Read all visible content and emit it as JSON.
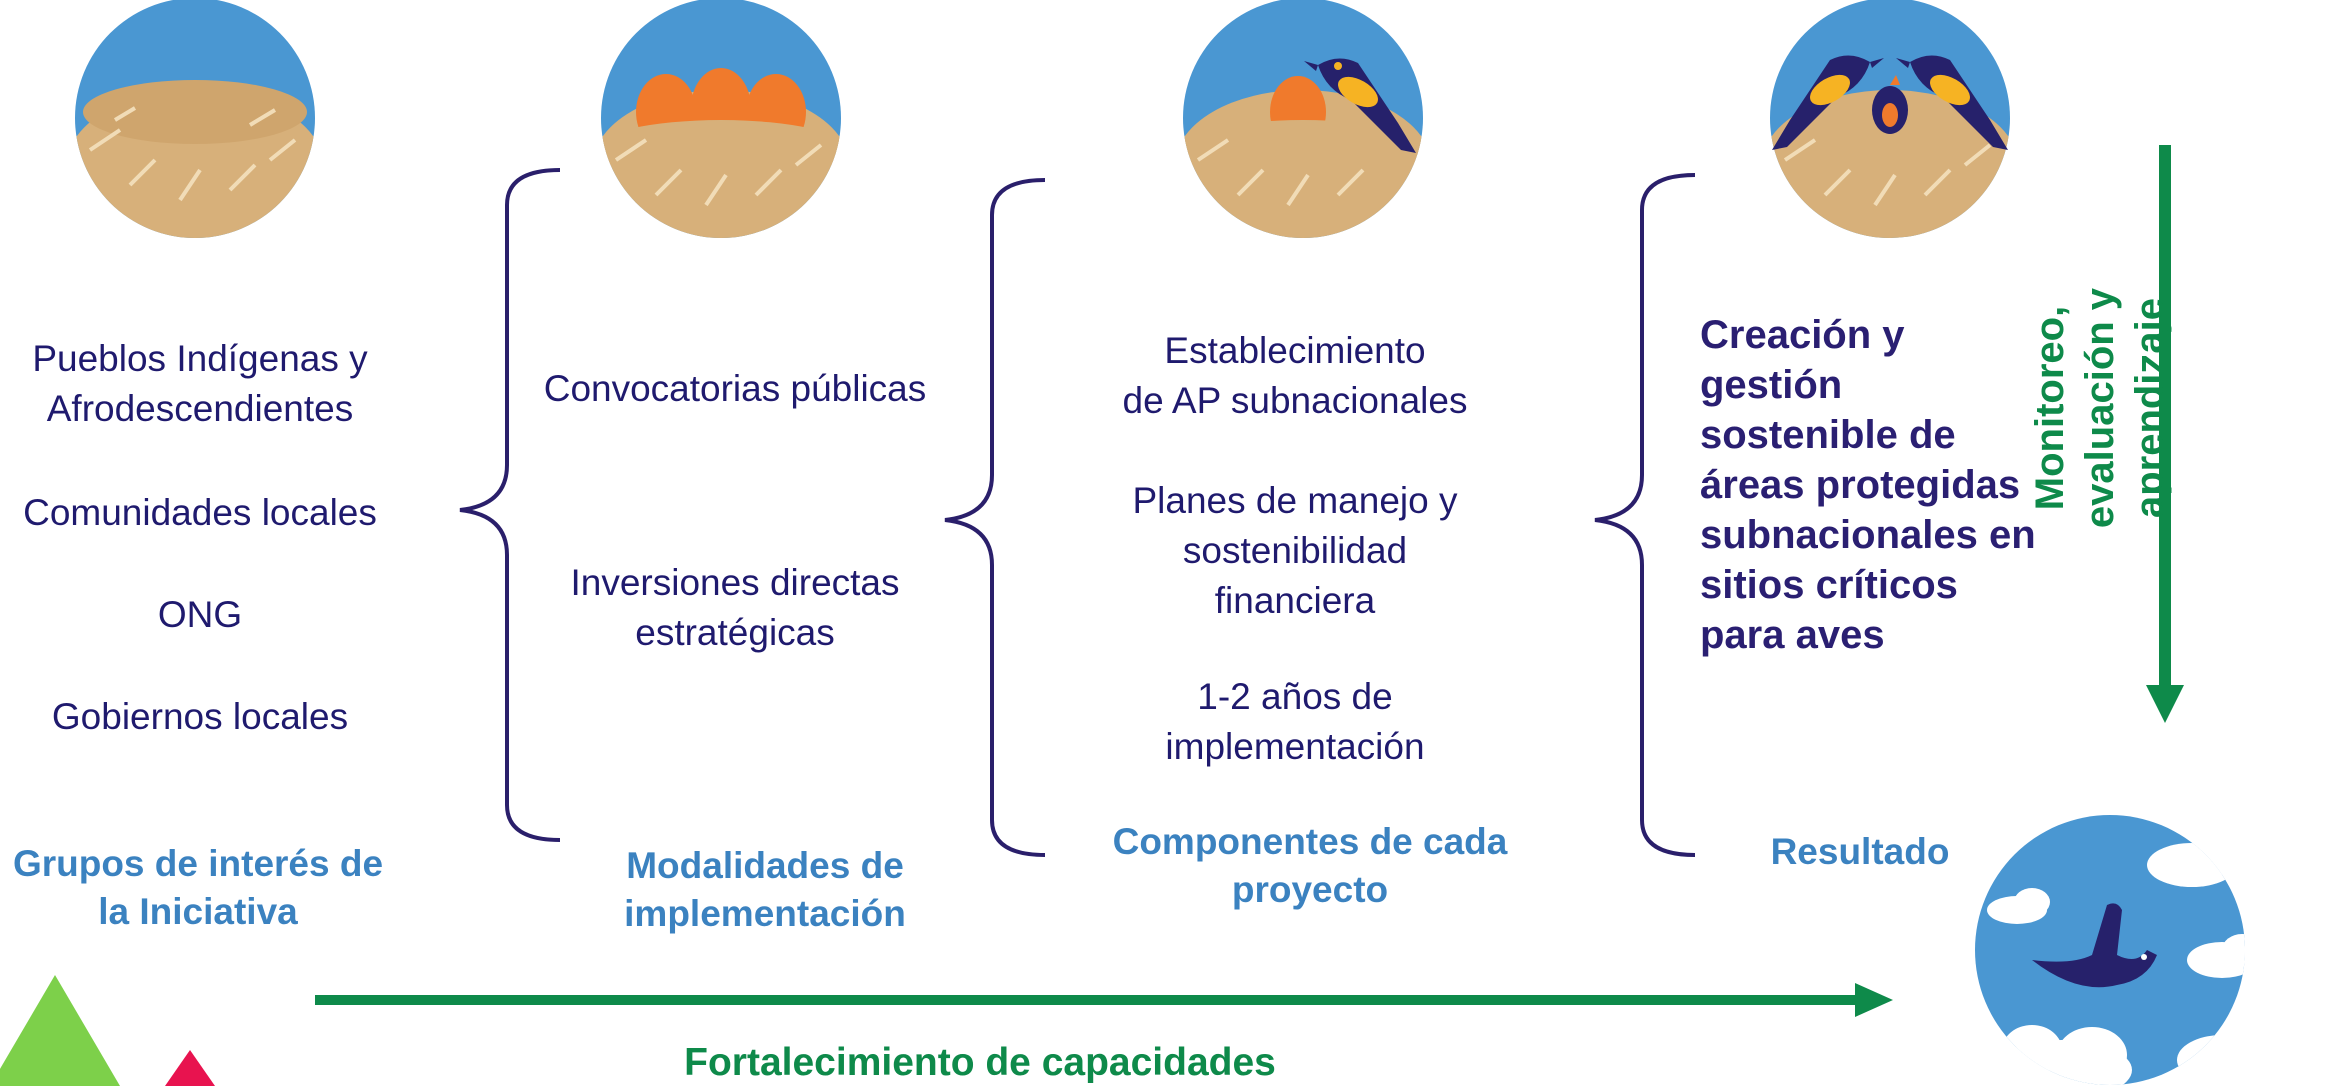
{
  "stakeholders": {
    "items": [
      "Pueblos Indígenas y\nAfrodescendientes",
      "Comunidades locales",
      "ONG",
      "Gobiernos locales"
    ],
    "label": "Grupos de interés de\nla Iniciativa"
  },
  "modalities": {
    "items": [
      "Convocatorias públicas",
      "Inversiones directas\nestratégicas"
    ],
    "label": "Modalidades de\nimplementación"
  },
  "components": {
    "items": [
      "Establecimiento\nde AP subnacionales",
      "Planes de manejo y\nsostenibilidad\nfinanciera",
      "1-2 años de\nimplementación"
    ],
    "label": "Componentes de cada\nproyecto"
  },
  "result": {
    "text": "Creación y\ngestión\nsostenible de\náreas protegidas\nsubnacionales en\nsitios críticos\npara aves",
    "label": "Resultado"
  },
  "vertical_arrow_label": "Monitoreo, evaluación y\naprendizaje",
  "horizontal_arrow_label": "Fortalecimiento de capacidades",
  "colors": {
    "sky": "#4a97d2",
    "nest": "#d7b07a",
    "egg": "#f07a2c",
    "bird": "#26216b",
    "bird_wing": "#f6b323",
    "bracket": "#2a1f6b",
    "green_arrow": "#0e8a4a",
    "label_blue": "#3b82c0",
    "triangle_green": "#7dd04a",
    "triangle_red": "#e8134f"
  }
}
